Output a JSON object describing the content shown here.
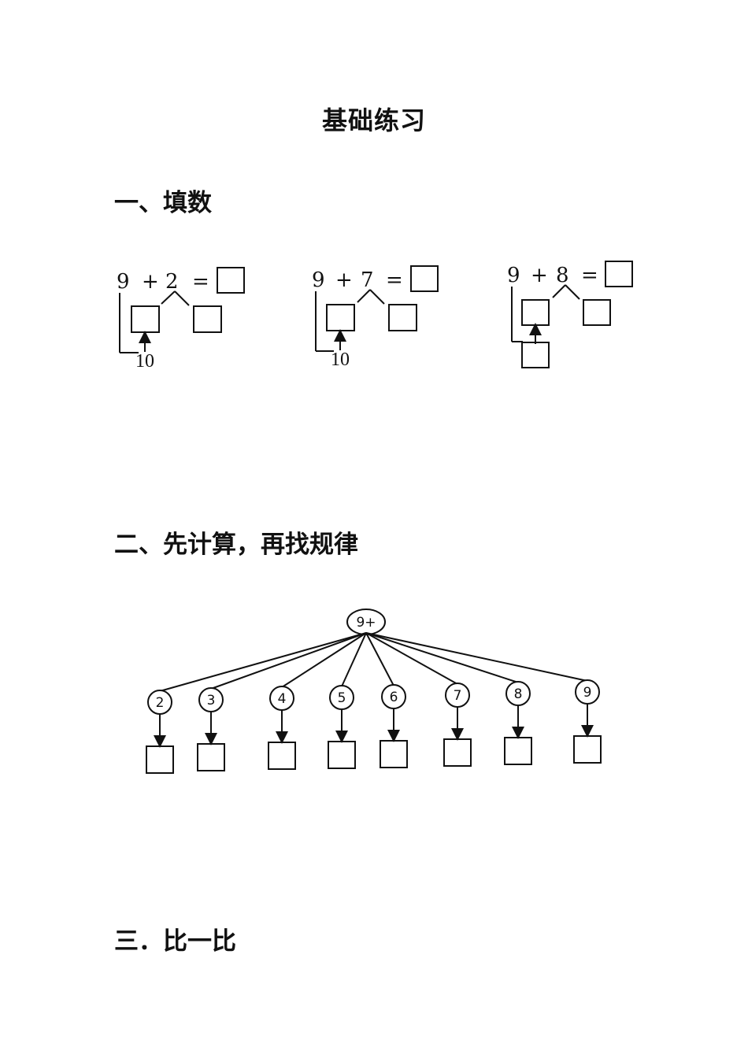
{
  "title": "基础练习",
  "sections": [
    {
      "heading": "一、填数"
    },
    {
      "heading": "二、先计算，再找规律"
    },
    {
      "heading": "三．比一比"
    }
  ],
  "problems": [
    {
      "a": "9",
      "op": "+",
      "b": "2",
      "eq": "=",
      "ten": "10"
    },
    {
      "a": "9",
      "op": "+",
      "b": "7",
      "eq": "=",
      "ten": "10"
    },
    {
      "a": "9",
      "op": "+",
      "b": "8",
      "eq": "="
    }
  ],
  "tree": {
    "root": "9+",
    "children": [
      "2",
      "3",
      "4",
      "5",
      "6",
      "7",
      "8",
      "9"
    ]
  }
}
